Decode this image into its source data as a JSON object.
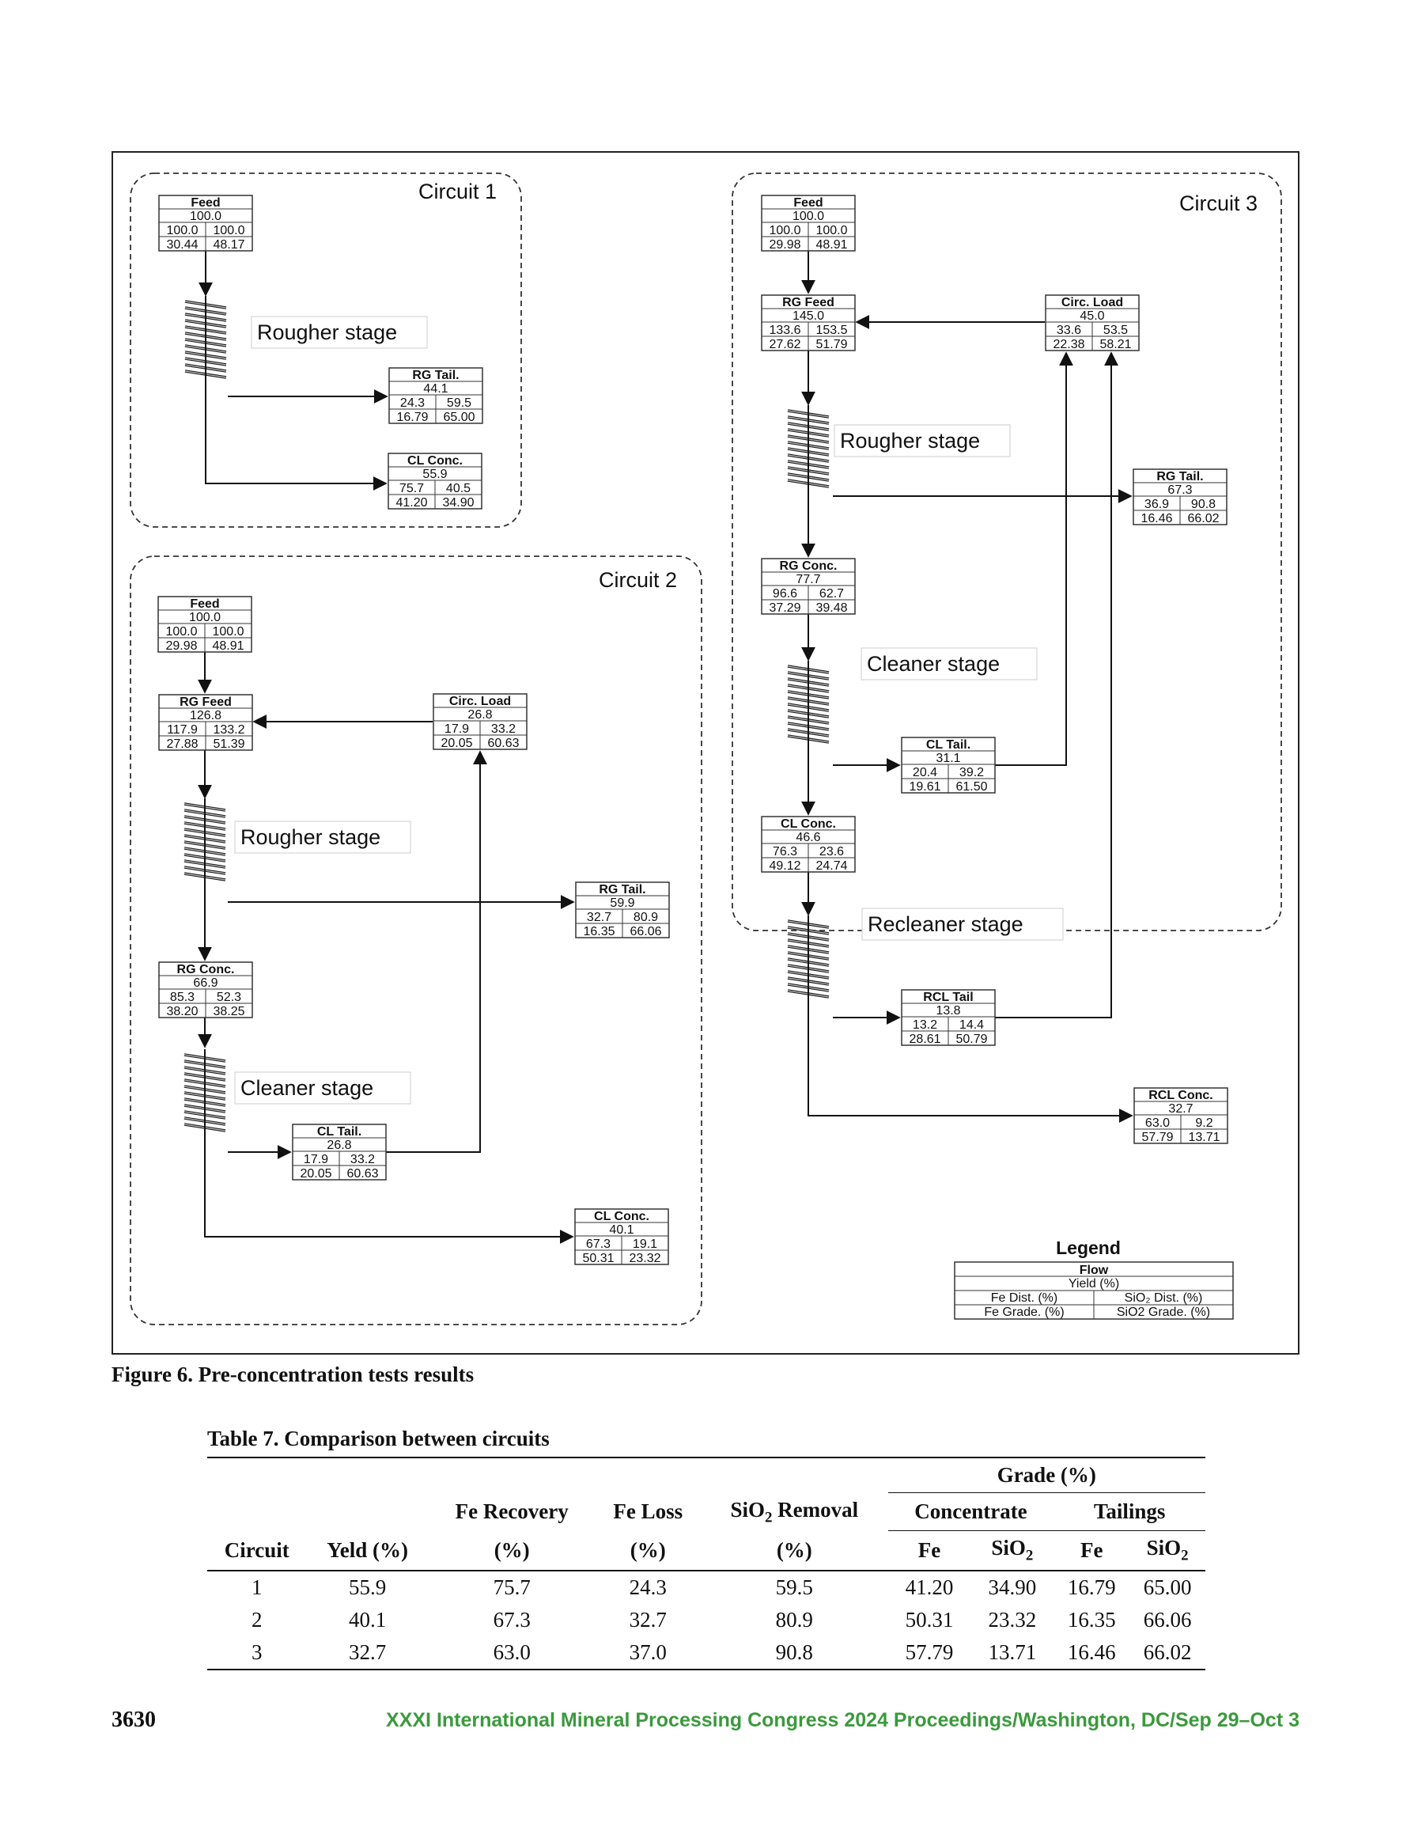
{
  "figure": {
    "caption": "Figure 6. Pre-concentration tests results",
    "circuits": [
      {
        "title": "Circuit 1",
        "stages": [
          "Rougher stage"
        ],
        "boxes": [
          {
            "label": "Feed",
            "flow": "100.0",
            "fe_dist": "100.0",
            "sio2_dist": "100.0",
            "fe_grade": "30.44",
            "sio2_grade": "48.17"
          },
          {
            "label": "RG Tail.",
            "flow": "44.1",
            "fe_dist": "24.3",
            "sio2_dist": "59.5",
            "fe_grade": "16.79",
            "sio2_grade": "65.00"
          },
          {
            "label": "CL Conc.",
            "flow": "55.9",
            "fe_dist": "75.7",
            "sio2_dist": "40.5",
            "fe_grade": "41.20",
            "sio2_grade": "34.90"
          }
        ]
      },
      {
        "title": "Circuit 2",
        "stages": [
          "Rougher stage",
          "Cleaner stage"
        ],
        "boxes": [
          {
            "label": "Feed",
            "flow": "100.0",
            "fe_dist": "100.0",
            "sio2_dist": "100.0",
            "fe_grade": "29.98",
            "sio2_grade": "48.91"
          },
          {
            "label": "RG Feed",
            "flow": "126.8",
            "fe_dist": "117.9",
            "sio2_dist": "133.2",
            "fe_grade": "27.88",
            "sio2_grade": "51.39"
          },
          {
            "label": "Circ. Load",
            "flow": "26.8",
            "fe_dist": "17.9",
            "sio2_dist": "33.2",
            "fe_grade": "20.05",
            "sio2_grade": "60.63"
          },
          {
            "label": "RG Tail.",
            "flow": "59.9",
            "fe_dist": "32.7",
            "sio2_dist": "80.9",
            "fe_grade": "16.35",
            "sio2_grade": "66.06"
          },
          {
            "label": "RG Conc.",
            "flow": "66.9",
            "fe_dist": "85.3",
            "sio2_dist": "52.3",
            "fe_grade": "38.20",
            "sio2_grade": "38.25"
          },
          {
            "label": "CL Tail.",
            "flow": "26.8",
            "fe_dist": "17.9",
            "sio2_dist": "33.2",
            "fe_grade": "20.05",
            "sio2_grade": "60.63"
          },
          {
            "label": "CL Conc.",
            "flow": "40.1",
            "fe_dist": "67.3",
            "sio2_dist": "19.1",
            "fe_grade": "50.31",
            "sio2_grade": "23.32"
          }
        ]
      },
      {
        "title": "Circuit 3",
        "stages": [
          "Rougher stage",
          "Cleaner stage",
          "Recleaner stage"
        ],
        "boxes": [
          {
            "label": "Feed",
            "flow": "100.0",
            "fe_dist": "100.0",
            "sio2_dist": "100.0",
            "fe_grade": "29.98",
            "sio2_grade": "48.91"
          },
          {
            "label": "RG Feed",
            "flow": "145.0",
            "fe_dist": "133.6",
            "sio2_dist": "153.5",
            "fe_grade": "27.62",
            "sio2_grade": "51.79"
          },
          {
            "label": "Circ. Load",
            "flow": "45.0",
            "fe_dist": "33.6",
            "sio2_dist": "53.5",
            "fe_grade": "22.38",
            "sio2_grade": "58.21"
          },
          {
            "label": "RG Tail.",
            "flow": "67.3",
            "fe_dist": "36.9",
            "sio2_dist": "90.8",
            "fe_grade": "16.46",
            "sio2_grade": "66.02"
          },
          {
            "label": "RG Conc.",
            "flow": "77.7",
            "fe_dist": "96.6",
            "sio2_dist": "62.7",
            "fe_grade": "37.29",
            "sio2_grade": "39.48"
          },
          {
            "label": "CL Tail.",
            "flow": "31.1",
            "fe_dist": "20.4",
            "sio2_dist": "39.2",
            "fe_grade": "19.61",
            "sio2_grade": "61.50"
          },
          {
            "label": "CL Conc.",
            "flow": "46.6",
            "fe_dist": "76.3",
            "sio2_dist": "23.6",
            "fe_grade": "49.12",
            "sio2_grade": "24.74"
          },
          {
            "label": "RCL Tail",
            "flow": "13.8",
            "fe_dist": "13.2",
            "sio2_dist": "14.4",
            "fe_grade": "28.61",
            "sio2_grade": "50.79"
          },
          {
            "label": "RCL Conc.",
            "flow": "32.7",
            "fe_dist": "63.0",
            "sio2_dist": "9.2",
            "fe_grade": "57.79",
            "sio2_grade": "13.71"
          }
        ]
      }
    ],
    "legend": {
      "title": "Legend",
      "flow": "Flow",
      "yield": "Yield (%)",
      "fe_dist": "Fe Dist. (%)",
      "sio2_dist": "SiO₂ Dist. (%)",
      "fe_grade": "Fe Grade. (%)",
      "sio2_grade": "SiO2 Grade. (%)"
    }
  },
  "table": {
    "title": "Table 7. Comparison between circuits",
    "group_header": "Grade (%)",
    "sub_headers": {
      "concentrate": "Concentrate",
      "tailings": "Tailings"
    },
    "columns": {
      "circuit": "Circuit",
      "yield": "Yeld (%)",
      "fe_recovery_1": "Fe Recovery",
      "fe_recovery_2": "(%)",
      "fe_loss_1": "Fe Loss",
      "fe_loss_2": "(%)",
      "sio2_removal_1": "SiO",
      "sio2_removal_sub": "2",
      "sio2_removal_rest": " Removal",
      "sio2_removal_2": "(%)",
      "fe": "Fe",
      "sio2": "SiO",
      "sio2_sub": "2"
    },
    "rows": [
      [
        "1",
        "55.9",
        "75.7",
        "24.3",
        "59.5",
        "41.20",
        "34.90",
        "16.79",
        "65.00"
      ],
      [
        "2",
        "40.1",
        "67.3",
        "32.7",
        "80.9",
        "50.31",
        "23.32",
        "16.35",
        "66.06"
      ],
      [
        "3",
        "32.7",
        "63.0",
        "37.0",
        "90.8",
        "57.79",
        "13.71",
        "16.46",
        "66.02"
      ]
    ]
  },
  "footer": {
    "page_number": "3630",
    "journal": "XXXI International Mineral Processing Congress 2024 Proceedings/Washington, DC/Sep 29–Oct 3"
  }
}
